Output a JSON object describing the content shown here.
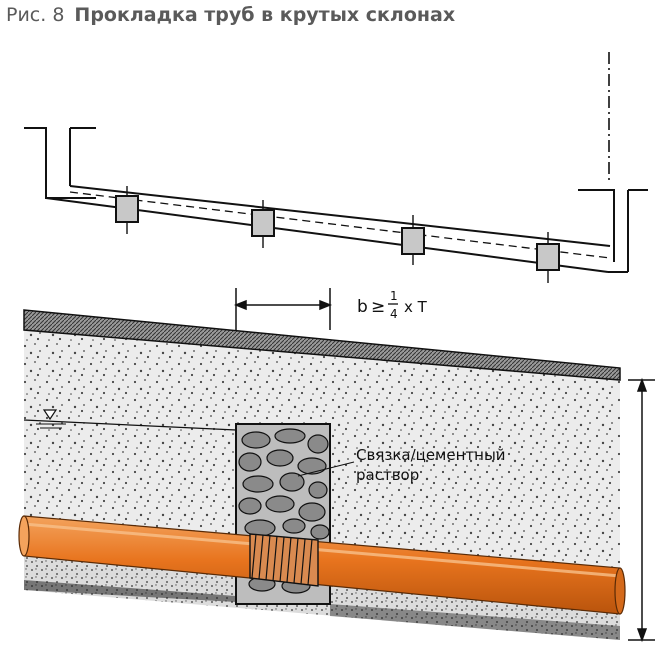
{
  "figure": {
    "number_label": "Рис. 8",
    "title": "Прокладка труб в крутых склонах"
  },
  "dimension": {
    "b_symbol": "b",
    "relation": "≥",
    "fraction_numerator": "1",
    "fraction_denominator": "4",
    "suffix": "x T"
  },
  "annotation": {
    "line1": "Связка/цементный",
    "line2": "раствор"
  },
  "colors": {
    "pipe": "#e8741e",
    "pipe_highlight": "#f4a35c",
    "pipe_shadow": "#b9540c",
    "soil": "#ececec",
    "block": "#c8c8c8",
    "line": "#111111"
  }
}
